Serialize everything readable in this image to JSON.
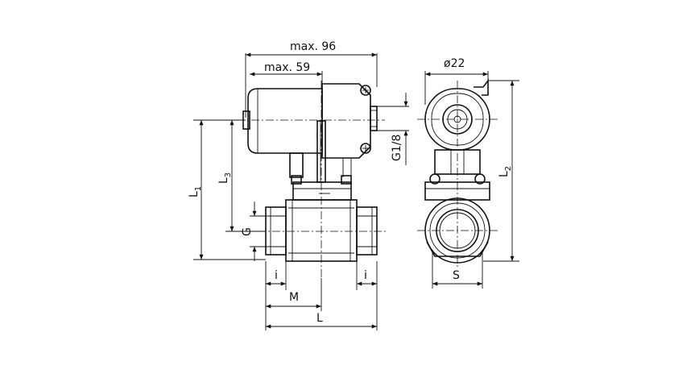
{
  "labels": {
    "max96": "max. 96",
    "max59": "max. 59",
    "d22": "ø22",
    "g18": "G1/8",
    "l1": "L",
    "l1sub": "1",
    "l2": "L",
    "l2sub": "2",
    "l3": "L",
    "l3sub": "3",
    "g": "G",
    "i_left": "i",
    "i_right": "i",
    "m": "M",
    "l": "L",
    "s": "S"
  }
}
